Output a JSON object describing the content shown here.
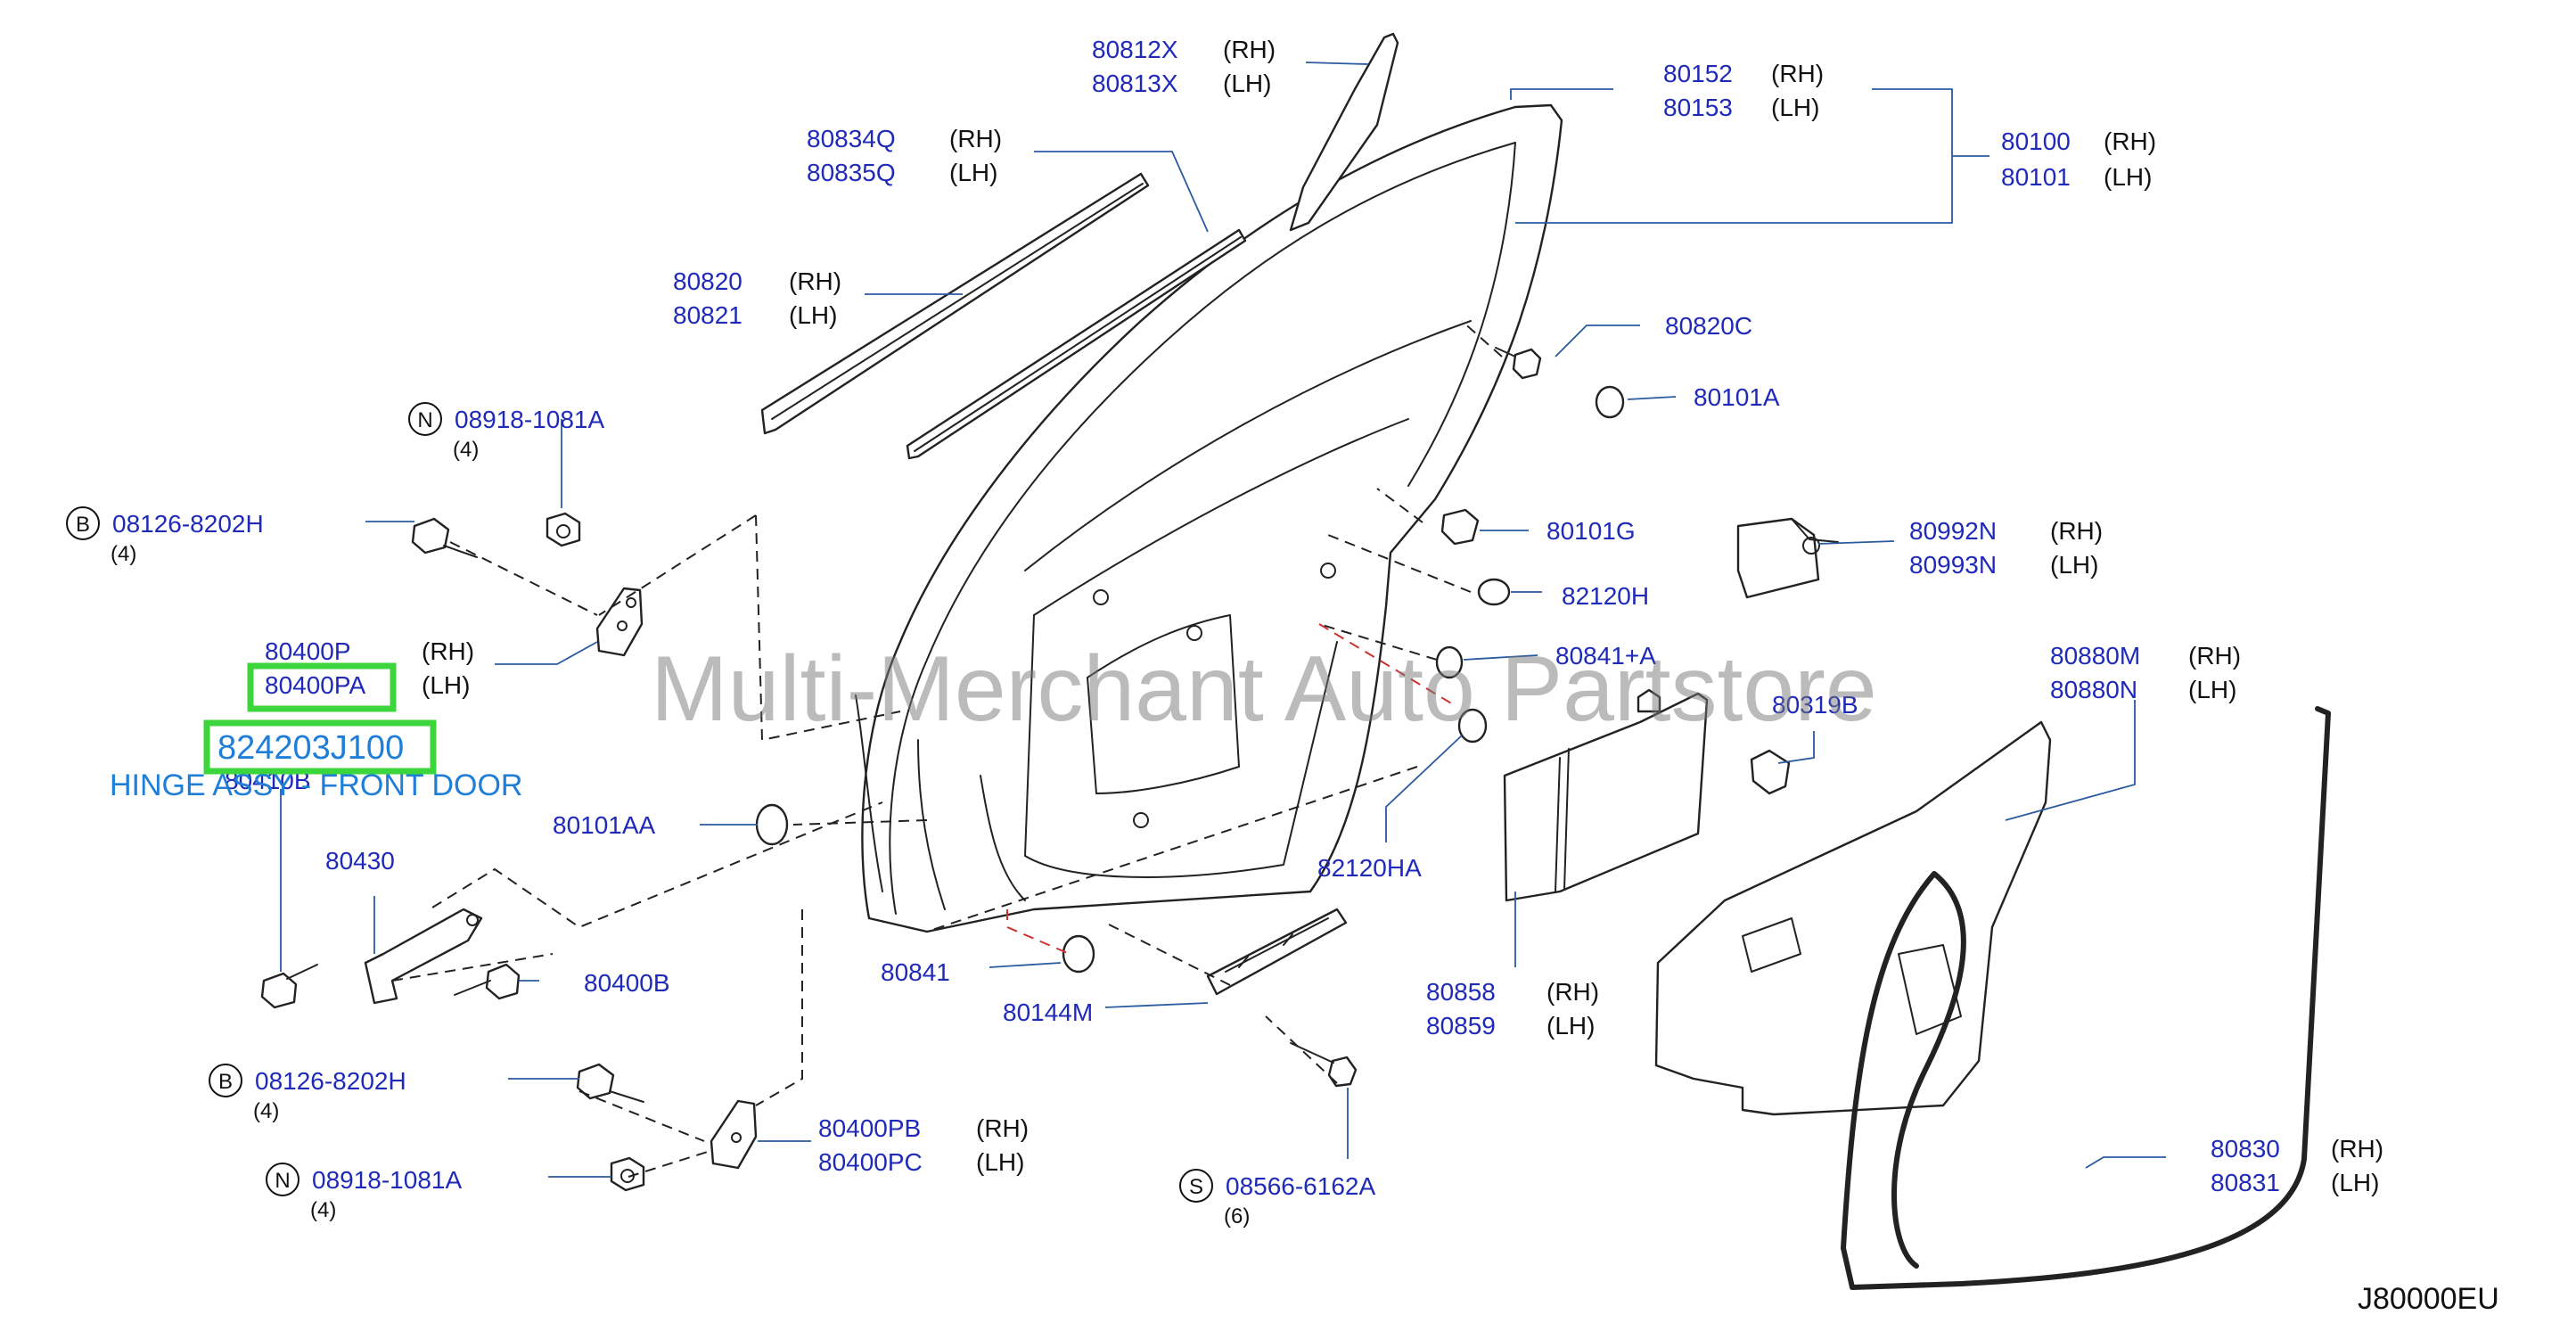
{
  "watermark": "Multi-Merchant Auto Partstore",
  "diagram_code": "J80000EU",
  "highlight": {
    "part_number": "824203J100",
    "description": "HINGE ASSY - FRONT DOOR",
    "accent_color": "#3cd63c",
    "text_color": "#1f7fd8"
  },
  "labels": {
    "l80812": {
      "pn": "80812X",
      "side": "(RH)"
    },
    "l80813": {
      "pn": "80813X",
      "side": "(LH)"
    },
    "l80152": {
      "pn": "80152",
      "side": "(RH)"
    },
    "l80153": {
      "pn": "80153",
      "side": "(LH)"
    },
    "l80100": {
      "pn": "80100",
      "side": "(RH)"
    },
    "l80101": {
      "pn": "80101",
      "side": "(LH)"
    },
    "l80834": {
      "pn": "80834Q",
      "side": "(RH)"
    },
    "l80835": {
      "pn": "80835Q",
      "side": "(LH)"
    },
    "l80820": {
      "pn": "80820",
      "side": "(RH)"
    },
    "l80821": {
      "pn": "80821",
      "side": "(LH)"
    },
    "l80820c": {
      "pn": "80820C"
    },
    "l80101a": {
      "pn": "80101A"
    },
    "l08918a": {
      "circle": "N",
      "pn": "08918-1081A",
      "qty": "(4)"
    },
    "l08126a": {
      "circle": "B",
      "pn": "08126-8202H",
      "qty": "(4)"
    },
    "l80101g": {
      "pn": "80101G"
    },
    "l80992": {
      "pn": "80992N",
      "side": "(RH)"
    },
    "l80993": {
      "pn": "80993N",
      "side": "(LH)"
    },
    "l82120h": {
      "pn": "82120H"
    },
    "l80400p": {
      "pn": "80400P",
      "side": "(RH)"
    },
    "l80400pa": {
      "pn": "80400PA",
      "side": "(LH)"
    },
    "l80841a": {
      "pn": "80841+A"
    },
    "l80880m": {
      "pn": "80880M",
      "side": "(RH)"
    },
    "l80880n": {
      "pn": "80880N",
      "side": "(LH)"
    },
    "l80319b": {
      "pn": "80319B"
    },
    "l80410b": {
      "pn": "80410B"
    },
    "l80101aa": {
      "pn": "80101AA"
    },
    "l82120ha": {
      "pn": "82120HA"
    },
    "l80430": {
      "pn": "80430"
    },
    "l80400b": {
      "pn": "80400B"
    },
    "l80841": {
      "pn": "80841"
    },
    "l80858": {
      "pn": "80858",
      "side": "(RH)"
    },
    "l80859": {
      "pn": "80859",
      "side": "(LH)"
    },
    "l80144m": {
      "pn": "80144M"
    },
    "l08126b": {
      "circle": "B",
      "pn": "08126-8202H",
      "qty": "(4)"
    },
    "l80400pb": {
      "pn": "80400PB",
      "side": "(RH)"
    },
    "l80400pc": {
      "pn": "80400PC",
      "side": "(LH)"
    },
    "l08918b": {
      "circle": "N",
      "pn": "08918-1081A",
      "qty": "(4)"
    },
    "l08566": {
      "circle": "S",
      "pn": "08566-6162A",
      "qty": "(6)"
    },
    "l80830": {
      "pn": "80830",
      "side": "(RH)"
    },
    "l80831": {
      "pn": "80831",
      "side": "(LH)"
    }
  }
}
